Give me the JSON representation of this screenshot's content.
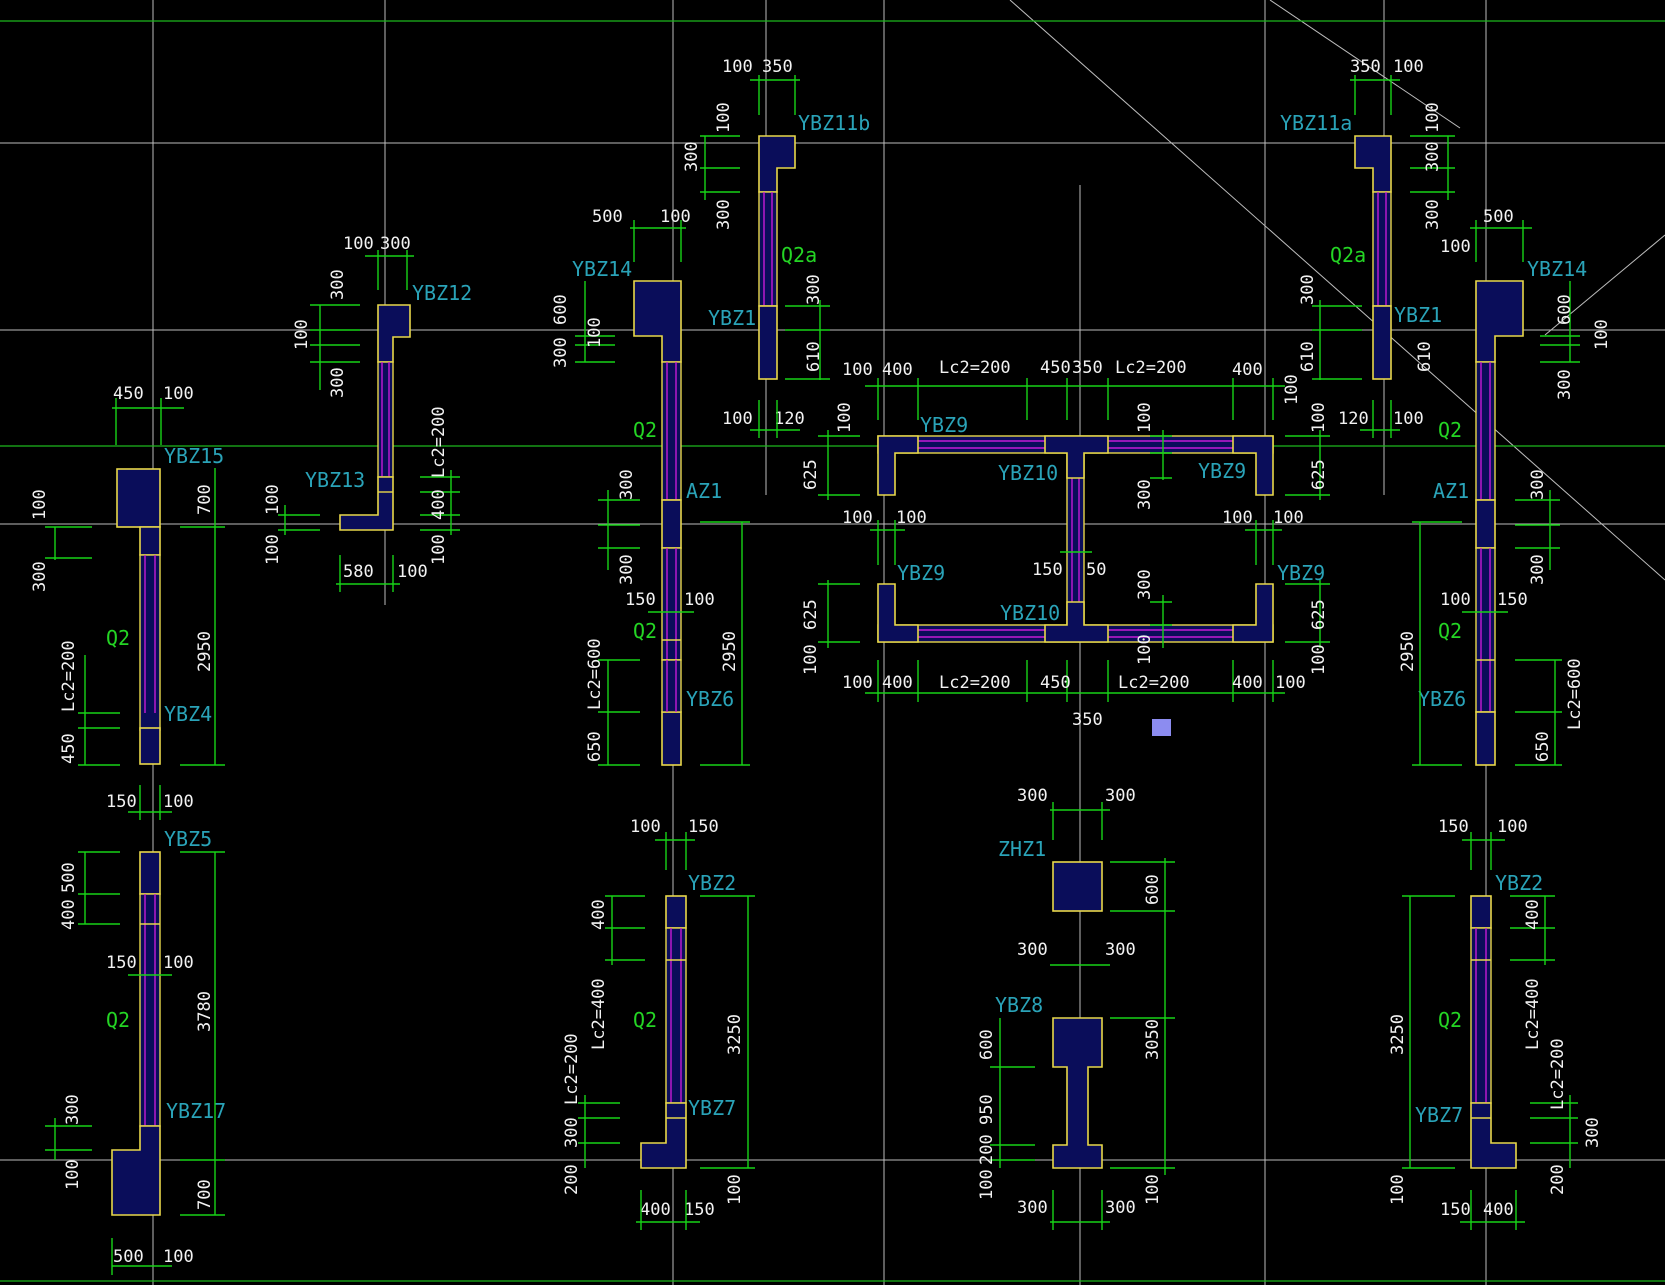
{
  "drawing": {
    "components": {
      "ybz15": "YBZ15",
      "ybz4": "YBZ4",
      "ybz5": "YBZ5",
      "ybz17": "YBZ17",
      "ybz12": "YBZ12",
      "ybz13": "YBZ13",
      "ybz14_left": "YBZ14",
      "ybz14_right": "YBZ14",
      "ybz11b": "YBZ11b",
      "ybz11a": "YBZ11a",
      "ybz1_left": "YBZ1",
      "ybz1_right": "YBZ1",
      "az1_left": "AZ1",
      "az1_right": "AZ1",
      "ybz6_left": "YBZ6",
      "ybz6_right": "YBZ6",
      "ybz9_tl": "YBZ9",
      "ybz9_tr": "YBZ9",
      "ybz9_bl": "YBZ9",
      "ybz9_br": "YBZ9",
      "ybz10_top": "YBZ10",
      "ybz10_bot": "YBZ10",
      "ybz2_left": "YBZ2",
      "ybz2_right": "YBZ2",
      "ybz7_left": "YBZ7",
      "ybz7_right": "YBZ7",
      "zhz1": "ZHZ1",
      "ybz8": "YBZ8"
    },
    "walls": {
      "q2_a": "Q2",
      "q2_b": "Q2",
      "q2_c": "Q2",
      "q2_d": "Q2",
      "q2_e": "Q2",
      "q2_f": "Q2",
      "q2_g": "Q2",
      "q2_h": "Q2",
      "q2a_left": "Q2a",
      "q2a_right": "Q2a"
    },
    "dims": {
      "d_450_15": "450",
      "d_100_15": "100",
      "d_100_v1": "100",
      "d_300_v1": "300",
      "d_700_v1": "700",
      "d_2950_v1": "2950",
      "d_lc200_v1": "Lc2=200",
      "d_450_v2": "450",
      "d_150_a": "150",
      "d_100_a": "100",
      "d_500_v3": "500",
      "d_400_v3": "400",
      "d_150_b": "150",
      "d_100_b": "100",
      "d_3780": "3780",
      "d_300_v4": "300",
      "d_100_v4": "100",
      "d_700_v4": "700",
      "d_500_bot": "500",
      "d_100_bot": "100",
      "d_100_12": "100",
      "d_300_12": "300",
      "d_300_12a": "300",
      "d_100_12b": "100",
      "d_300_12c": "300",
      "d_lc200_12": "Lc2=200",
      "d_400_12": "400",
      "d_100_12d": "100",
      "d_100_13a": "100",
      "d_100_13b": "100",
      "d_580": "580",
      "d_100_13c": "100",
      "d_500_14": "500",
      "d_100_14": "100",
      "d_600_14": "600",
      "d_100_14b": "100",
      "d_300_14c": "300",
      "d_300_az": "300",
      "d_300_az2": "300",
      "d_150_az": "150",
      "d_100_az": "100",
      "d_lc600_l": "Lc2=600",
      "d_650_l": "650",
      "d_2950_l": "2950",
      "d_100_11b": "100",
      "d_350_11b": "350",
      "d_100_11bv": "100",
      "d_300_11bv": "300",
      "d_300_11bv2": "300",
      "d_300_y1": "300",
      "d_610_y1": "610",
      "d_100_y1": "100",
      "d_120_y1": "120",
      "d_350_11a": "350",
      "d_100_11a": "100",
      "d_100_11av": "100",
      "d_300_11av": "300",
      "d_300_11av2": "300",
      "d_500_14r": "500",
      "d_100_14r": "100",
      "d_600_14r": "600",
      "d_100_14r2": "100",
      "d_300_14r3": "300",
      "d_300_y1r": "300",
      "d_610_y1r": "610",
      "d_610_y1r2": "610",
      "d_120_y1r": "120",
      "d_100_y1r": "100",
      "d_300_azr": "300",
      "d_300_azr2": "300",
      "d_100_azr": "100",
      "d_150_azr": "150",
      "d_2950_r": "2950",
      "d_lc600_r": "Lc2=600",
      "d_650_r": "650",
      "t_100a": "100",
      "t_400a": "400",
      "t_lc200a": "Lc2=200",
      "t_450": "450",
      "t_350": "350",
      "t_lc200b": "Lc2=200",
      "t_400b": "400",
      "t_100b": "100",
      "t_100c": "100",
      "t_625a": "625",
      "t_100d": "100",
      "t_300e": "300",
      "t_100f": "100",
      "t_625b": "625",
      "m_100a": "100",
      "m_100b": "100",
      "m_150": "150",
      "m_50": "50",
      "m_100c": "100",
      "m_100d": "100",
      "b_625a": "625",
      "b_100a": "100",
      "b_300": "300",
      "b_100b": "100",
      "b_625b": "625",
      "b_100c": "100",
      "bb_100a": "100",
      "bb_400a": "400",
      "bb_lc200a": "Lc2=200",
      "bb_450": "450",
      "bb_lc200b": "Lc2=200",
      "bb_400b": "400",
      "bb_100b": "100",
      "bb_350": "350",
      "z_300a": "300",
      "z_300b": "300",
      "z_600": "600",
      "z_300c": "300",
      "z_300d": "300",
      "z_3050": "3050",
      "z_600b": "600",
      "z_950": "950",
      "z_200": "200",
      "z_100": "100",
      "z_300e": "300",
      "z_300f": "300",
      "z_100b": "100",
      "y2_100": "100",
      "y2_150": "150",
      "y2_400": "400",
      "y2_lc400": "Lc2=400",
      "y2_3250": "3250",
      "y2_lc200": "Lc2=200",
      "y2_300": "300",
      "y2_200": "200",
      "y2_100b": "100",
      "y2_400b": "400",
      "y2_150b": "150",
      "y2r_150": "150",
      "y2r_100": "100",
      "y2r_400": "400",
      "y2r_lc400": "Lc2=400",
      "y2r_3250": "3250",
      "y2r_lc200": "Lc2=200",
      "y2r_300": "300",
      "y2r_200": "200",
      "y2r_150b": "150",
      "y2r_400b": "400"
    }
  }
}
